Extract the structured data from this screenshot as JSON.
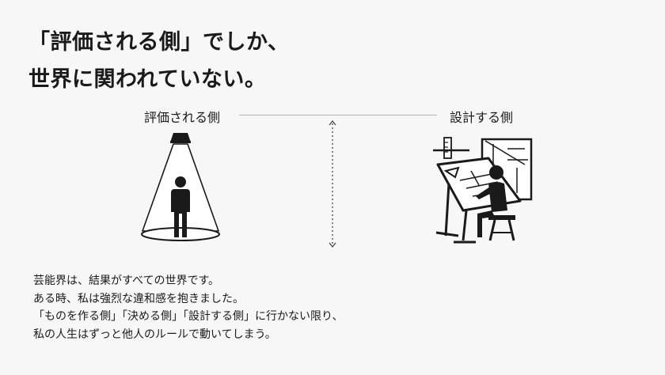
{
  "headline": {
    "line1": "「評価される側」でしか、",
    "line2": "世界に関われていない。"
  },
  "comparison": {
    "left_label": "評価される側",
    "right_label": "設計する側"
  },
  "body": {
    "lines": [
      "芸能界は、結果がすべての世界です。",
      "ある時、私は強烈な違和感を抱きました。",
      "「ものを作る側」「決める側」「設計する側」に行かない限り、",
      "私の人生はずっと他人のルールで動いてしまう。"
    ]
  },
  "icons": {
    "left": "spotlight-person-icon",
    "right": "drafting-table-designer-icon",
    "divider": "double-arrow-vertical-icon"
  },
  "colors": {
    "background": "#f7f7f7",
    "text": "#1a1a1a",
    "divider": "#b8b8b8"
  }
}
